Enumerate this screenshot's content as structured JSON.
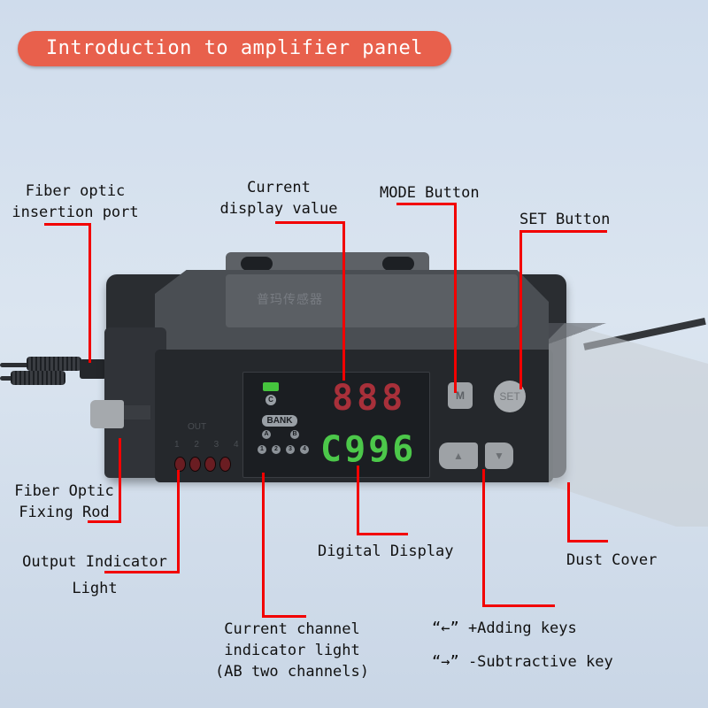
{
  "title": "Introduction to amplifier panel",
  "colors": {
    "title_bg": "#e8604c",
    "title_text": "#ffffff",
    "leader_line": "#f20000",
    "background": "#d4e0ee",
    "display_red": "#a8303a",
    "display_green": "#4cc84a",
    "led_green": "#45c43d"
  },
  "labels": {
    "fiber_port": {
      "line1": "Fiber optic",
      "line2": "insertion port"
    },
    "current_value": {
      "line1": "Current",
      "line2": "display value"
    },
    "mode_button": "MODE Button",
    "set_button": "SET Button",
    "fixing_rod": {
      "line1": "Fiber Optic",
      "line2": "Fixing Rod"
    },
    "output_indicator": {
      "line1": "Output Indicator",
      "line2": "Light"
    },
    "digital_display": "Digital Display",
    "dust_cover": "Dust Cover",
    "channel_indicator": {
      "line1": "Current channel",
      "line2": "indicator light",
      "line3": "(AB two channels)"
    },
    "adding_keys": "“←” +Adding keys",
    "subtractive_key": "“→” -Subtractive key"
  },
  "device": {
    "watermark": "普玛传感器",
    "red_display": "888",
    "green_display": "C996",
    "status_led_label": "C",
    "bank_label": "BANK",
    "bank_channels": [
      "A",
      "B"
    ],
    "channel_numbers": [
      "1",
      "2",
      "3",
      "4"
    ],
    "out_label": "OUT",
    "out_numbers": "1 2 3 4",
    "mode_key": "M",
    "set_key": "SET",
    "up_key": "▲",
    "down_key": "▼"
  }
}
